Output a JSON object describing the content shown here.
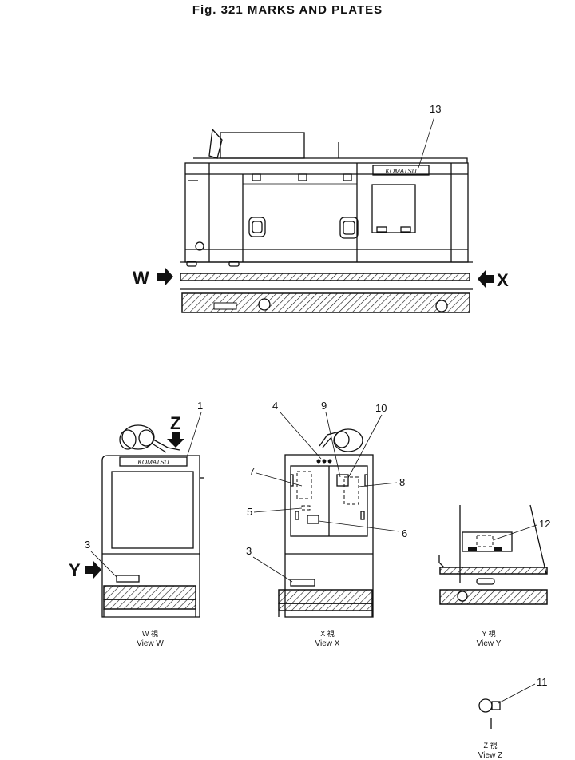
{
  "figure": {
    "title": "Fig. 321   MARKS AND PLATES"
  },
  "callouts": {
    "c1": "1",
    "c3a": "3",
    "c3b": "3",
    "c4": "4",
    "c5": "5",
    "c6": "6",
    "c7": "7",
    "c8": "8",
    "c9": "9",
    "c10": "10",
    "c11": "11",
    "c12": "12",
    "c13": "13"
  },
  "arrows": {
    "w": "W",
    "x": "X",
    "y": "Y",
    "z": "Z"
  },
  "nameplate": "KOMATSU",
  "views": [
    {
      "jp": "W  視",
      "label": "View  W"
    },
    {
      "jp": "X  視",
      "label": "View  X"
    },
    {
      "jp": "Y  視",
      "label": "View  Y"
    },
    {
      "jp": "Z  視",
      "label": "View  Z"
    }
  ]
}
